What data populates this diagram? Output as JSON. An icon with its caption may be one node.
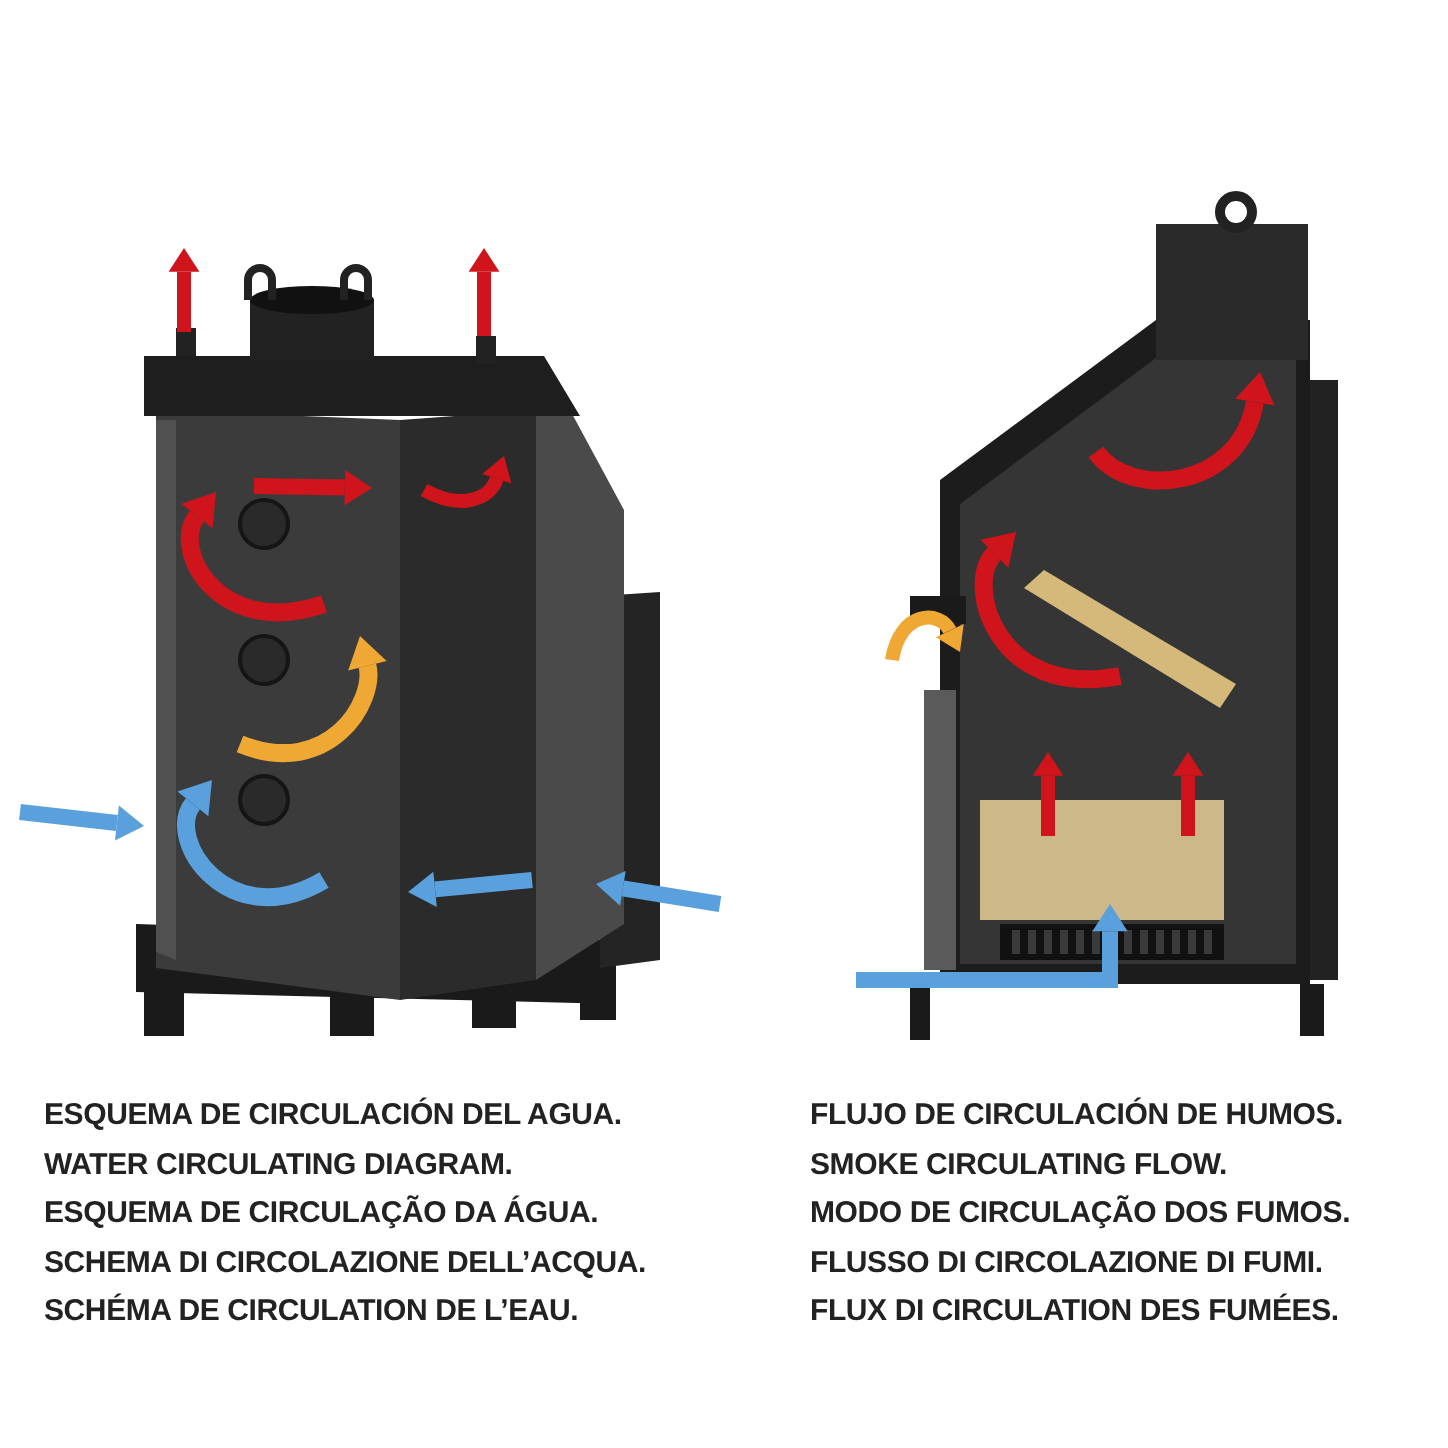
{
  "diagram": {
    "labels": [
      "ESQUEMA DE CIRCULACIÓN DEL AGUA.",
      "WATER CIRCULATING DIAGRAM.",
      "ESQUEMA DE CIRCULAÇÃO DA ÁGUA.",
      "SCHEMA DI CIRCOLAZIONE DELL’ACQUA.",
      "SCHÉMA DE CIRCULATION DE L’EAU.",
      "FLUJO DE CIRCULACIÓN DE HUMOS.",
      "SMOKE CIRCULATING FLOW.",
      "MODO DE CIRCULAÇÃO DOS FUMOS.",
      "FLUSSO DI CIRCOLAZIONE DI FUMI.",
      "FLUX DI CIRCULATION DES FUMÉES."
    ]
  }
}
